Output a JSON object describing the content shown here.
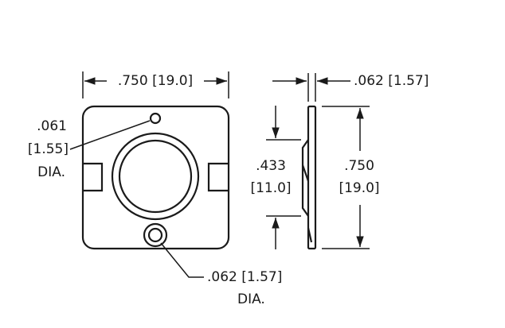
{
  "front_view": {
    "width_label": ".750 [19.0]",
    "small_hole_label": {
      "line1": ".061",
      "line2": "[1.55]",
      "line3": "DIA."
    },
    "large_hole_label": {
      "line1": ".062 [1.57]",
      "line2": "DIA."
    }
  },
  "side_view": {
    "thickness_label": ".062 [1.57]",
    "height_inner_label": {
      "line1": ".433",
      "line2": "[11.0]"
    },
    "height_total_label": {
      "line1": ".750",
      "line2": "[19.0]"
    }
  },
  "colors": {
    "line": "#1a1a1a",
    "background": "#ffffff"
  }
}
